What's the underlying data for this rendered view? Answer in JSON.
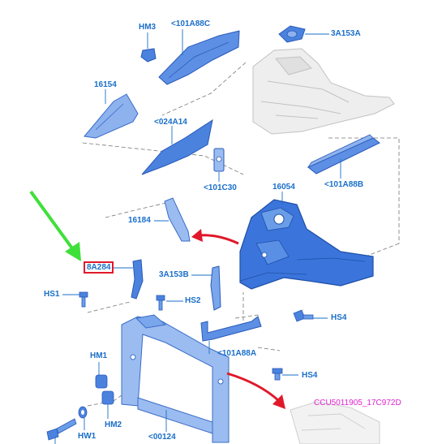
{
  "diagram": {
    "callouts": [
      {
        "id": "hm3",
        "text": "HM3"
      },
      {
        "id": "a101a88c",
        "text": "<101A88C"
      },
      {
        "id": "a3a153a",
        "text": "3A153A"
      },
      {
        "id": "a16154",
        "text": "16154"
      },
      {
        "id": "a024a14",
        "text": "<024A14"
      },
      {
        "id": "a101c30",
        "text": "<101C30"
      },
      {
        "id": "a101a88b",
        "text": "<101A88B"
      },
      {
        "id": "a16054",
        "text": "16054"
      },
      {
        "id": "a16184",
        "text": "16184"
      },
      {
        "id": "a8a284",
        "text": "8A284"
      },
      {
        "id": "a3a153b",
        "text": "3A153B"
      },
      {
        "id": "hs1",
        "text": "HS1"
      },
      {
        "id": "hs2",
        "text": "HS2"
      },
      {
        "id": "hs4a",
        "text": "HS4"
      },
      {
        "id": "a101a88a",
        "text": "<101A88A"
      },
      {
        "id": "hs4b",
        "text": "HS4"
      },
      {
        "id": "hm1",
        "text": "HM1"
      },
      {
        "id": "hm2",
        "text": "HM2"
      },
      {
        "id": "hw1",
        "text": "HW1"
      },
      {
        "id": "a00124",
        "text": "<00124"
      },
      {
        "id": "ccu",
        "text": "CCU5011905_17C972D"
      }
    ],
    "colors": {
      "part_blue": "#4a82de",
      "part_blue_dark": "#2a5ab8",
      "part_light": "#8db2ee",
      "label_blue": "#1a6fc9",
      "highlight_red": "#e0192a",
      "arrow_green": "#3fe03a",
      "caption_magenta": "#e020d0",
      "body_gray": "#d8d8d8"
    }
  }
}
